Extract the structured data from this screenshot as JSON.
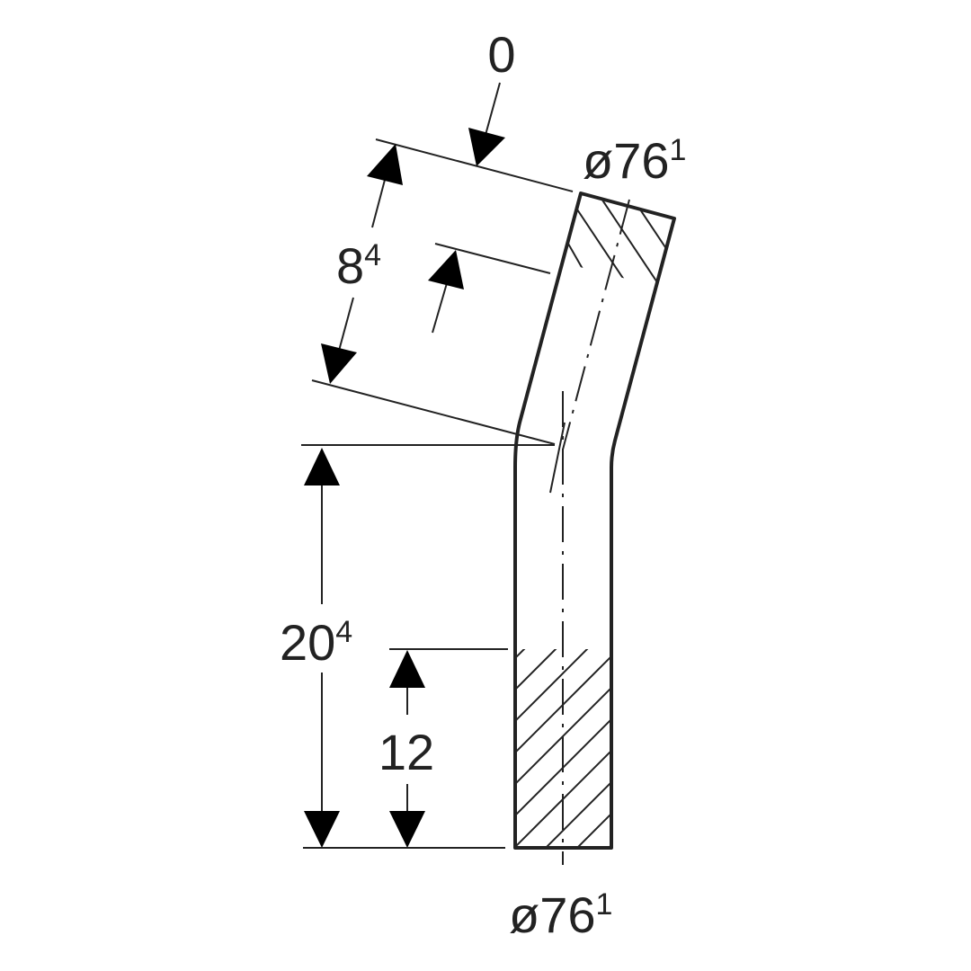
{
  "drawing": {
    "angle_label": "0",
    "top_diameter": {
      "main": "ø76",
      "sup": "1"
    },
    "bend_length": {
      "main": "8",
      "sup": "4"
    },
    "total_height": {
      "main": "20",
      "sup": "4"
    },
    "insert_depth": {
      "main": "12"
    },
    "bottom_diameter": {
      "main": "ø76",
      "sup": "1"
    }
  }
}
